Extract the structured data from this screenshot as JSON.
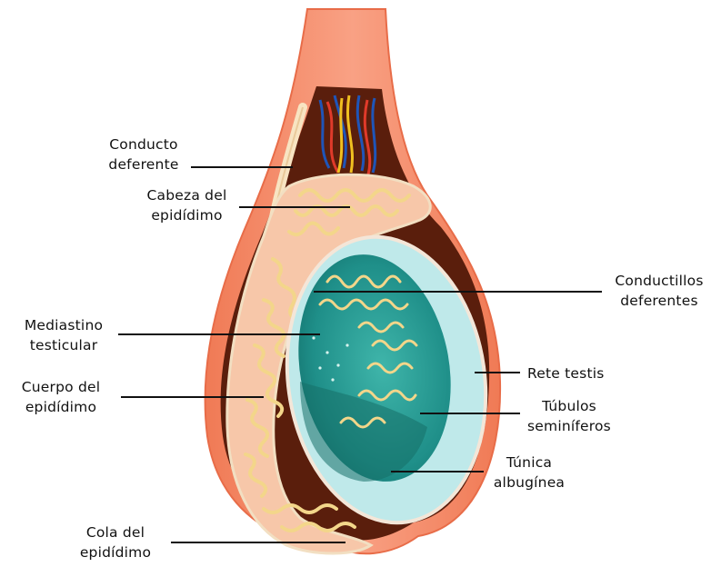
{
  "labels": {
    "conducto_deferente": [
      "Conducto",
      "deferente"
    ],
    "cabeza_epididimo": [
      "Cabeza del",
      "epidídimo"
    ],
    "mediastino": [
      "Mediastino",
      "testicular"
    ],
    "cuerpo_epididimo": [
      "Cuerpo del",
      "epidídimo"
    ],
    "cola_epididimo": [
      "Cola del",
      "epidídimo"
    ],
    "conductillos": [
      "Conductillos",
      "deferentes"
    ],
    "rete_testis": [
      "Rete testis"
    ],
    "tubulos": [
      "Túbulos",
      "seminíferos"
    ],
    "tunica": [
      "Túnica",
      "albugínea"
    ]
  },
  "colors": {
    "skin": "#f28a6a",
    "skin_light": "#f8b79b",
    "cavity": "#5a1e0c",
    "testis_outer": "#bfe9ea",
    "testis_inner": "#2a9c95",
    "tubule": "#f3d68a",
    "vein": "#1f55b8",
    "artery": "#e03a2a",
    "nerve": "#f0c020"
  }
}
